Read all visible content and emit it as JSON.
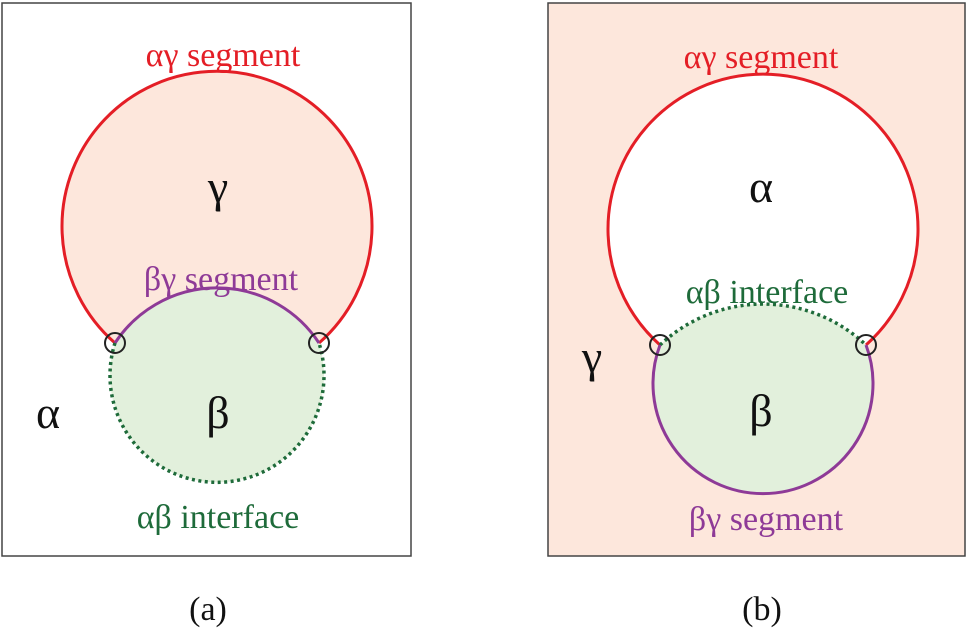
{
  "colors": {
    "alpha_gamma": "#e41e26",
    "beta_gamma": "#8e3a97",
    "alpha_beta": "#1e6b3a",
    "gamma_fill": "#fde7dc",
    "beta_fill": "#e2f0dc",
    "frame": "#444444",
    "text": "#111111",
    "junction": "#222222"
  },
  "panels": [
    {
      "caption": "(a)",
      "labels": {
        "top_segment": "αγ segment",
        "middle_segment": "βγ segment",
        "bottom_segment": "αβ interface",
        "upper_phase": "γ",
        "lower_phase": "β",
        "outer_phase": "α"
      }
    },
    {
      "caption": "(b)",
      "labels": {
        "top_segment": "αγ segment",
        "middle_segment": "αβ interface",
        "bottom_segment": "βγ segment",
        "upper_phase": "α",
        "lower_phase": "β",
        "outer_phase": "γ"
      }
    }
  ]
}
